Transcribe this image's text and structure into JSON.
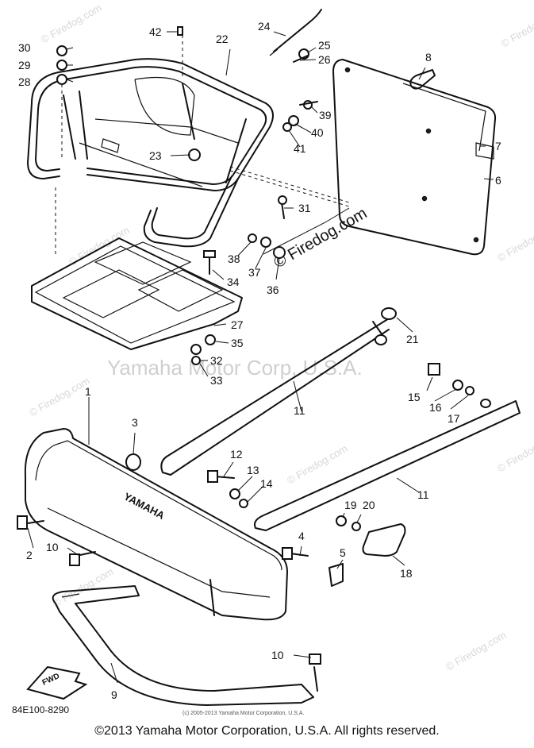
{
  "watermarks": {
    "firedog": "© Firedog.com",
    "firedog_center": "© Firedog.com",
    "yamaha_corp": "Yamaha Motor Corp, U.S.A."
  },
  "fwd_badge": "FWD",
  "diagram_code": "84E100-8290",
  "small_copyright": "(c) 2005-2013 Yamaha Motor Corporation, U.S.A.",
  "copyright": "©2013 Yamaha Motor Corporation, U.S.A. All rights reserved.",
  "callouts": [
    {
      "num": "1"
    },
    {
      "num": "2"
    },
    {
      "num": "3"
    },
    {
      "num": "4"
    },
    {
      "num": "5"
    },
    {
      "num": "6"
    },
    {
      "num": "7"
    },
    {
      "num": "8"
    },
    {
      "num": "9"
    },
    {
      "num": "10"
    },
    {
      "num": "10"
    },
    {
      "num": "11"
    },
    {
      "num": "11"
    },
    {
      "num": "12"
    },
    {
      "num": "13"
    },
    {
      "num": "14"
    },
    {
      "num": "15"
    },
    {
      "num": "16"
    },
    {
      "num": "17"
    },
    {
      "num": "18"
    },
    {
      "num": "19"
    },
    {
      "num": "20"
    },
    {
      "num": "21"
    },
    {
      "num": "22"
    },
    {
      "num": "23"
    },
    {
      "num": "24"
    },
    {
      "num": "25"
    },
    {
      "num": "26"
    },
    {
      "num": "27"
    },
    {
      "num": "28"
    },
    {
      "num": "29"
    },
    {
      "num": "30"
    },
    {
      "num": "31"
    },
    {
      "num": "32"
    },
    {
      "num": "33"
    },
    {
      "num": "34"
    },
    {
      "num": "35"
    },
    {
      "num": "36"
    },
    {
      "num": "37"
    },
    {
      "num": "38"
    },
    {
      "num": "39"
    },
    {
      "num": "40"
    },
    {
      "num": "41"
    },
    {
      "num": "42"
    }
  ],
  "bumper_brand": "YAMAHA"
}
